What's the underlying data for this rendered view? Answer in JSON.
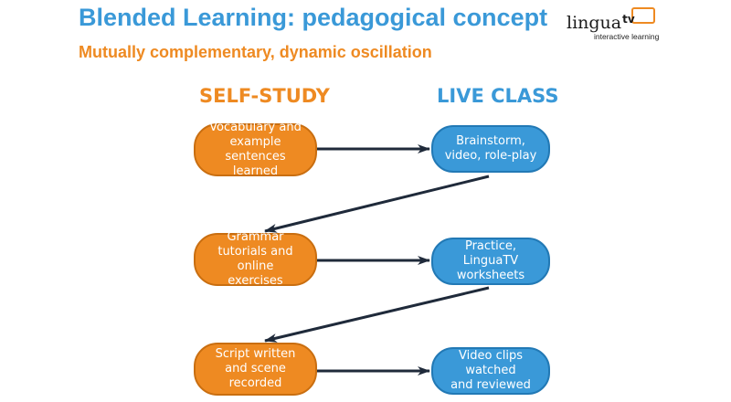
{
  "title": "Blended Learning: pedagogical concept",
  "subtitle": "Mutually complementary, dynamic oscillation",
  "logo": {
    "word": "lingua",
    "tv": "tv",
    "tagline": "interactive learning"
  },
  "columns": {
    "self_study": "SELF-STUDY",
    "live_class": "LIVE CLASS"
  },
  "nodes": {
    "vocab": "Vocabulary and\nexample sentences\nlearned",
    "brainstorm": "Brainstorm,\nvideo, role-play",
    "grammar": "Grammar\ntutorials and online\nexercises",
    "practice": "Practice, LinguaTV\nworksheets",
    "script": "Script written\nand scene recorded",
    "video": "Video clips watched\nand reviewed"
  },
  "colors": {
    "orange": "#ee8a22",
    "blue": "#3a99d8",
    "arrow": "#1f2a3a"
  }
}
